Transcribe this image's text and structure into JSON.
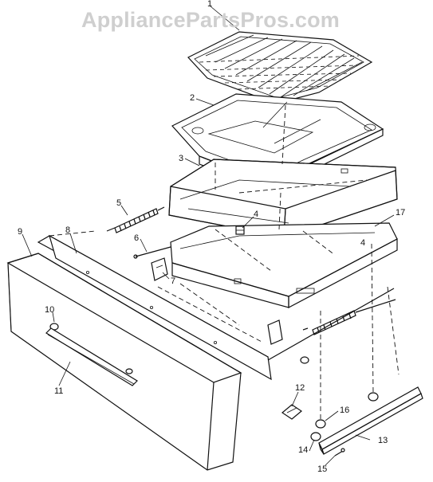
{
  "watermark": "AppliancePartsPros.com",
  "callouts": [
    {
      "id": "1",
      "label": "1"
    },
    {
      "id": "2",
      "label": "2"
    },
    {
      "id": "3",
      "label": "3"
    },
    {
      "id": "4a",
      "label": "4"
    },
    {
      "id": "4b",
      "label": "4"
    },
    {
      "id": "5",
      "label": "5"
    },
    {
      "id": "6",
      "label": "6"
    },
    {
      "id": "7",
      "label": "7"
    },
    {
      "id": "8",
      "label": "8"
    },
    {
      "id": "9",
      "label": "9"
    },
    {
      "id": "10",
      "label": "10"
    },
    {
      "id": "11",
      "label": "11"
    },
    {
      "id": "12",
      "label": "12"
    },
    {
      "id": "13",
      "label": "13"
    },
    {
      "id": "14",
      "label": "14"
    },
    {
      "id": "15",
      "label": "15"
    },
    {
      "id": "16",
      "label": "16"
    },
    {
      "id": "17",
      "label": "17"
    }
  ]
}
